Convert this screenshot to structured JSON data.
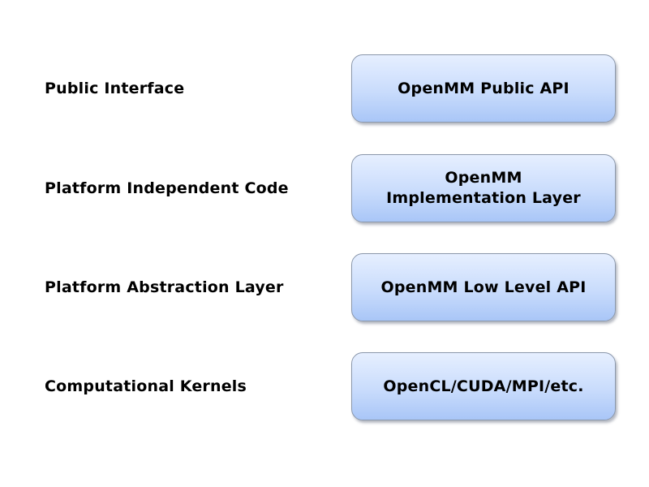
{
  "diagram": {
    "layers": [
      {
        "label": "Public Interface",
        "component": "OpenMM Public API"
      },
      {
        "label": "Platform Independent Code",
        "component": "OpenMM\nImplementation Layer"
      },
      {
        "label": "Platform Abstraction Layer",
        "component": "OpenMM Low Level API"
      },
      {
        "label": "Computational Kernels",
        "component": "OpenCL/CUDA/MPI/etc."
      }
    ],
    "colors": {
      "box_top": "#e6efff",
      "box_bottom": "#a9c6f7",
      "box_border": "#8a97ab",
      "text": "#000000",
      "background": "#ffffff"
    }
  }
}
